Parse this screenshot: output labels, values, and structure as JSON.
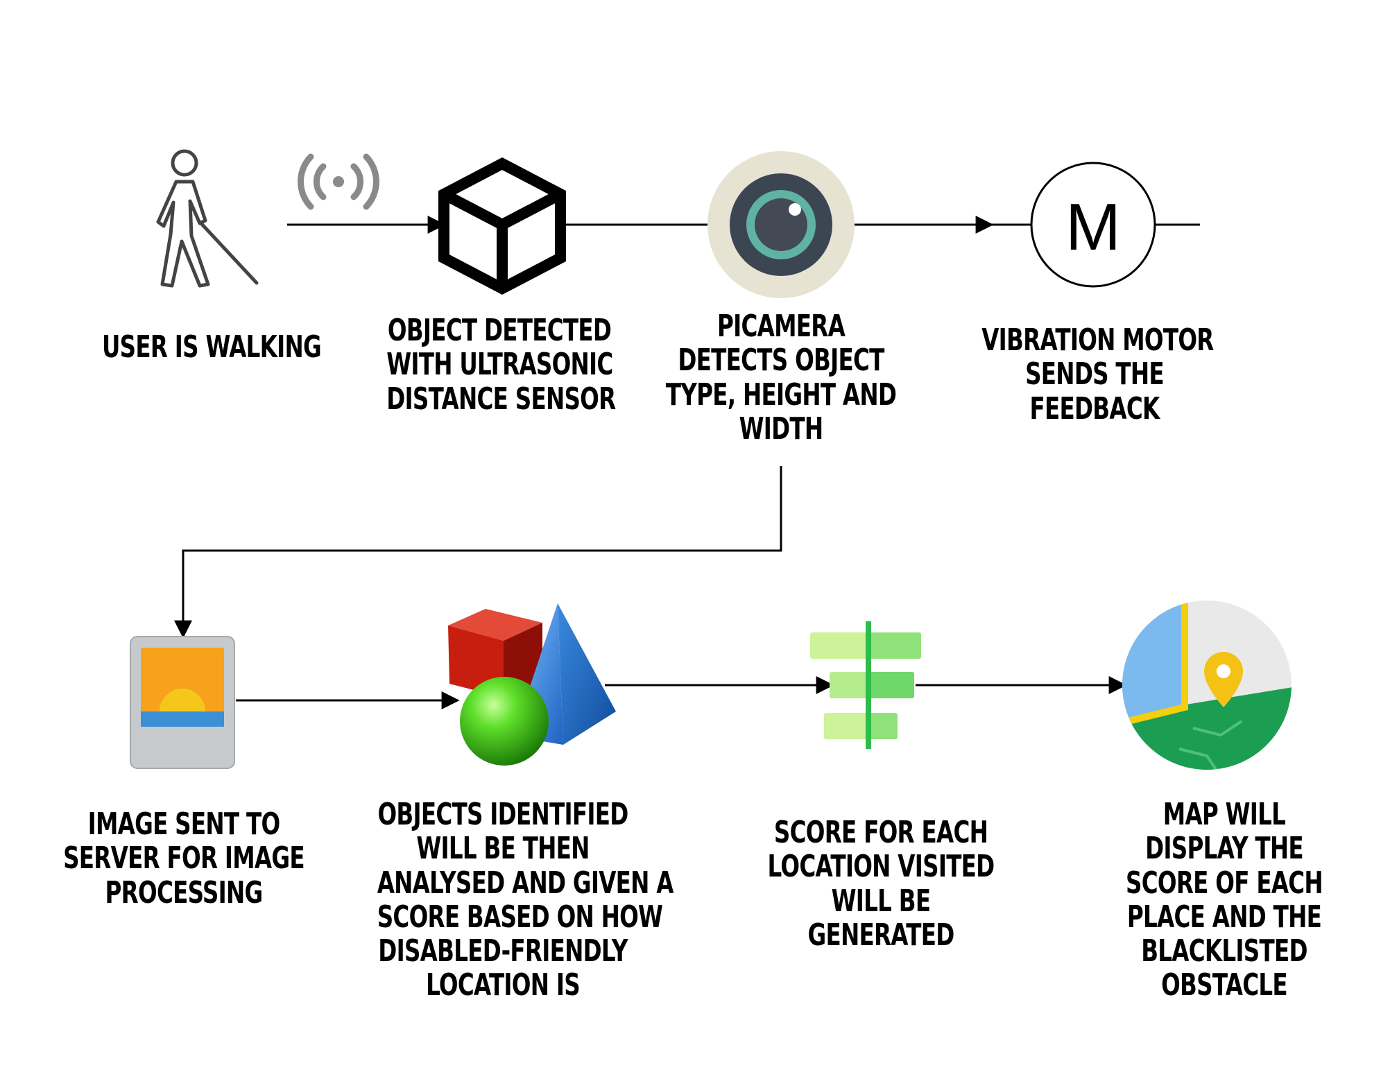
{
  "steps": {
    "user_walking": {
      "lines": [
        "USER IS WALKING"
      ]
    },
    "object_detected": {
      "lines": [
        "OBJECT DETECTED",
        "WITH ULTRASONIC",
        "DISTANCE SENSOR"
      ]
    },
    "picamera": {
      "lines": [
        "PICAMERA",
        "DETECTS OBJECT",
        "TYPE, HEIGHT AND",
        "WIDTH"
      ]
    },
    "vibration_motor": {
      "lines": [
        "VIBRATION MOTOR",
        "SENDS THE",
        "FEEDBACK"
      ]
    },
    "image_sent": {
      "lines": [
        "IMAGE SENT TO",
        "SERVER FOR IMAGE",
        "PROCESSING"
      ]
    },
    "objects_identified": {
      "lines": [
        "OBJECTS IDENTIFIED",
        "WILL BE THEN",
        "ANALYSED AND GIVEN A",
        "SCORE BASED ON HOW",
        "DISABLED-FRIENDLY",
        "LOCATION IS"
      ]
    },
    "score_generated": {
      "lines": [
        "SCORE FOR EACH",
        "LOCATION VISITED",
        "WILL BE",
        "GENERATED"
      ]
    },
    "map_display": {
      "lines": [
        "MAP WILL",
        "DISPLAY THE",
        "SCORE OF EACH",
        "PLACE AND THE",
        "BLACKLISTED",
        "OBSTACLE"
      ]
    }
  },
  "icons": {
    "walking": "blind-person-walking-icon",
    "signal": "wireless-signal-icon",
    "cube": "cube-icon",
    "camera": "camera-lens-icon",
    "motor": "motor-symbol-icon",
    "motor_letter": "M",
    "image": "image-file-icon",
    "shapes": "3d-shapes-icon",
    "score": "score-bars-icon",
    "map": "map-pin-icon"
  },
  "colors": {
    "line": "#000000",
    "signal": "#8a8a8a",
    "camera_bg": "#e6e3d3",
    "camera_lens": "#3c4652",
    "camera_ring": "#5fb3a2",
    "image_frame": "#c7cacd",
    "image_sky": "#f6a21b",
    "image_sun": "#f6c71b",
    "image_water": "#3a8fd5",
    "cube_red": "#c81e0f",
    "pyramid_blue": "#2f7fd8",
    "sphere_green": "#35c017",
    "bar_light": "#ccf29a",
    "bar_mid": "#8fe27a",
    "bar_stem": "#2ebc4a",
    "map_blue": "#7bb9ee",
    "map_green": "#1b9e52",
    "map_grey": "#e9e9e9",
    "map_yellow": "#f3cf0e"
  }
}
